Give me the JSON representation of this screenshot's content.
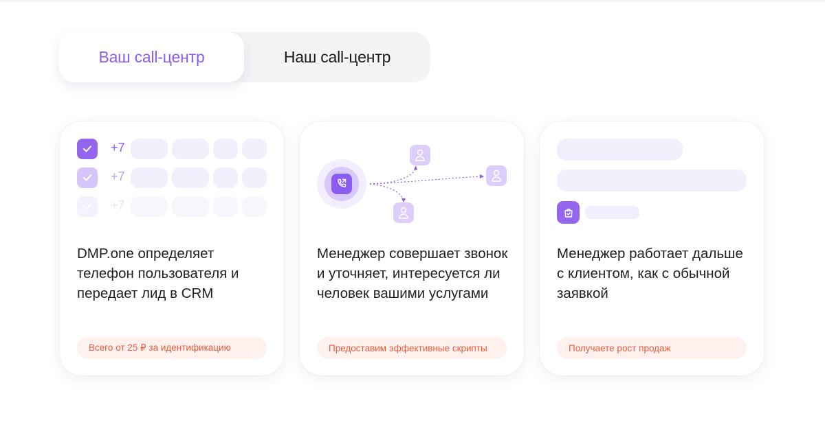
{
  "tabs": {
    "active_label": "Ваш call-центр",
    "inactive_label": "Наш call-центр"
  },
  "cards": [
    {
      "text": "DMP.one определяет телефон пользователя и передает лид в CRM",
      "badge": "Всего от 25 ₽ за идентификацию",
      "phone_rows": [
        "+7",
        "+7",
        "+7"
      ]
    },
    {
      "text": "Менеджер совершает звонок и уточняет, интересуется ли человек вашими услугами",
      "badge": "Предоставим эффективные скрипты"
    },
    {
      "text": "Менеджер работает дальше с клиентом, как с обычной заявкой",
      "badge": "Получаете рост продаж"
    }
  ],
  "icons": {
    "check": "check-icon",
    "call": "phone-outgoing-icon",
    "user": "user-icon",
    "bag": "shopping-bag-check-icon"
  },
  "colors": {
    "accent": "#8b5cf0",
    "accent_light": "#c3a9f7",
    "lavender": "#f1effc",
    "badge_bg": "#fff1ee",
    "badge_text": "#ec5a3d",
    "text": "#1f1f24"
  }
}
